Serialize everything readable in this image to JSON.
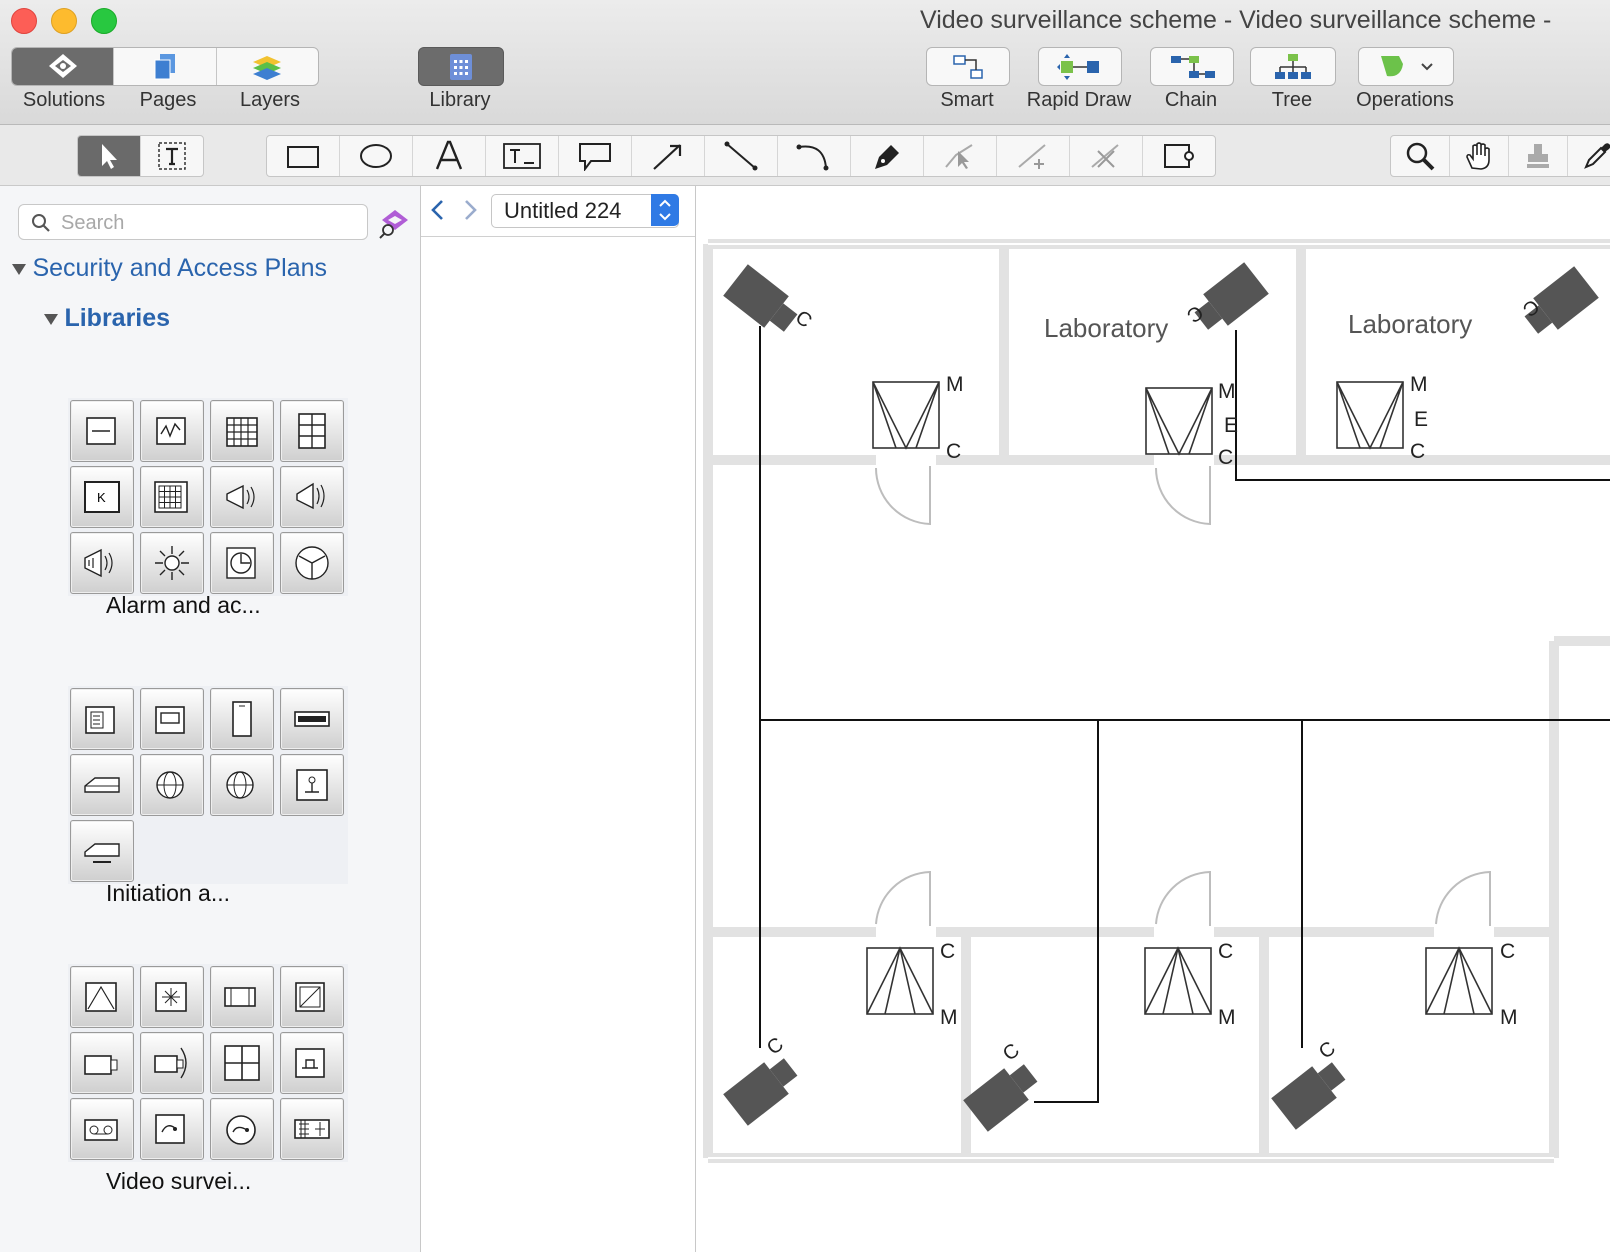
{
  "window": {
    "title": "Video surveillance scheme - Video surveillance scheme -"
  },
  "toolbar": {
    "solutions_label": "Solutions",
    "pages_label": "Pages",
    "layers_label": "Layers",
    "library_label": "Library",
    "smart_label": "Smart",
    "rapid_draw_label": "Rapid Draw",
    "chain_label": "Chain",
    "tree_label": "Tree",
    "operations_label": "Operations"
  },
  "sidebar": {
    "search_placeholder": "Search",
    "solution_name": "Security and Access Plans",
    "libraries_label": "Libraries",
    "libraries": [
      {
        "caption": "Alarm and ac..."
      },
      {
        "caption": "Initiation a..."
      },
      {
        "caption": "Video survei..."
      }
    ]
  },
  "pages": {
    "current_page": "Untitled 224"
  },
  "canvas": {
    "room_labels": [
      "Laboratory",
      "Laboratory"
    ],
    "marks": {
      "m": "M",
      "c": "C",
      "e": "E"
    }
  },
  "colors": {
    "accent": "#2a64ad",
    "camera": "#555555",
    "wall": "#e2e2e2"
  }
}
